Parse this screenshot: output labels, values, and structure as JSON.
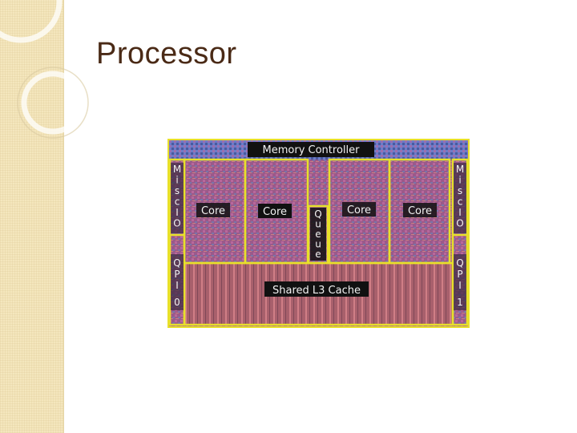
{
  "slide": {
    "title": "Processor"
  },
  "die": {
    "memory_controller": "Memory Controller",
    "cores": [
      "Core",
      "Core",
      "Core",
      "Core"
    ],
    "queue": "Queue",
    "shared_cache": "Shared L3 Cache",
    "misc_io_left": "Misc IO",
    "misc_io_right": "Misc IO",
    "qpi_left": "QPI 0",
    "qpi_right": "QPI 1"
  },
  "colors": {
    "sidebar": "#f4e6bd",
    "title": "#4a2a16",
    "outline": "#e8e02a",
    "label_bg": "#111111"
  }
}
